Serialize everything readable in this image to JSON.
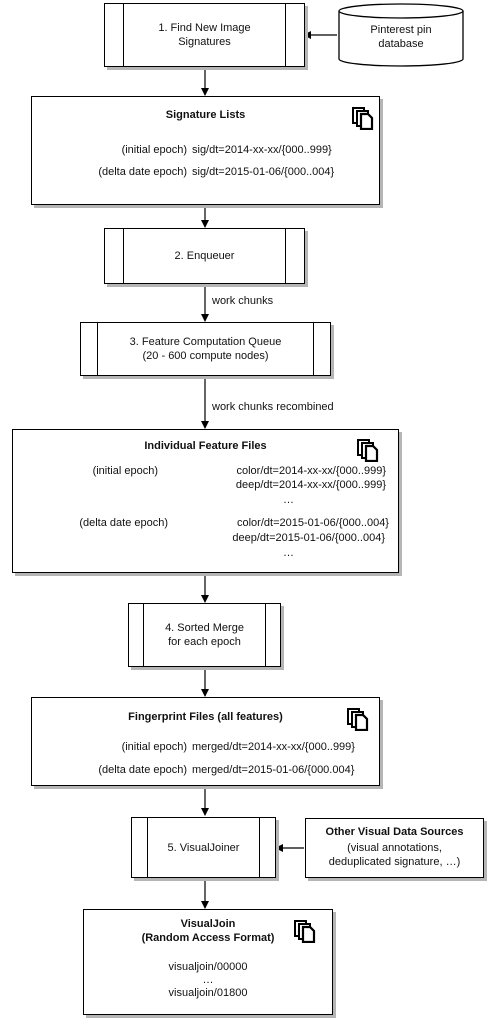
{
  "process1": {
    "line1": "1. Find New Image",
    "line2": "Signatures"
  },
  "pinterest_db": {
    "line1": "Pinterest pin",
    "line2": "database"
  },
  "signature_lists": {
    "title": "Signature Lists",
    "rows": [
      {
        "epoch": "(initial epoch)",
        "path": "sig/dt=2014-xx-xx/{000..999}"
      },
      {
        "epoch": "(delta date epoch)",
        "path": "sig/dt=2015-01-06/{000..004}"
      }
    ]
  },
  "process2": {
    "label": "2.  Enqueuer"
  },
  "edge_work_chunks": "work chunks",
  "process3": {
    "line1": "3. Feature Computation Queue",
    "line2": "(20 - 600 compute nodes)"
  },
  "edge_work_chunks_recombined": "work chunks recombined",
  "feature_files": {
    "title": "Individual Feature Files",
    "initial_epoch": "(initial epoch)",
    "initial_color": "color/dt=2014-xx-xx/{000..999}",
    "initial_deep": "deep/dt=2014-xx-xx/{000..999}",
    "ellipsis1": "…",
    "delta_epoch": "(delta date epoch)",
    "delta_color": "color/dt=2015-01-06/{000..004}",
    "delta_deep": "deep/dt=2015-01-06/{000..004}",
    "ellipsis2": "…"
  },
  "process4": {
    "line1": "4. Sorted Merge",
    "line2": "for each epoch"
  },
  "fingerprint_files": {
    "title": "Fingerprint Files (all features)",
    "rows": [
      {
        "epoch": "(initial epoch)",
        "path": "merged/dt=2014-xx-xx/{000..999}"
      },
      {
        "epoch": "(delta date epoch)",
        "path": "merged/dt=2015-01-06/{000.004}"
      }
    ]
  },
  "process5": {
    "label": "5. VisualJoiner"
  },
  "other_sources": {
    "title": "Other Visual Data Sources",
    "line1": "(visual annotations,",
    "line2": "deduplicated signature, …)"
  },
  "visualjoin": {
    "title1": "VisualJoin",
    "title2": "(Random Access Format)",
    "line1": "visualjoin/00000",
    "ellipsis": "…",
    "line2": "visualjoin/01800"
  },
  "icons": {
    "file_set": "multiple-files-icon"
  }
}
